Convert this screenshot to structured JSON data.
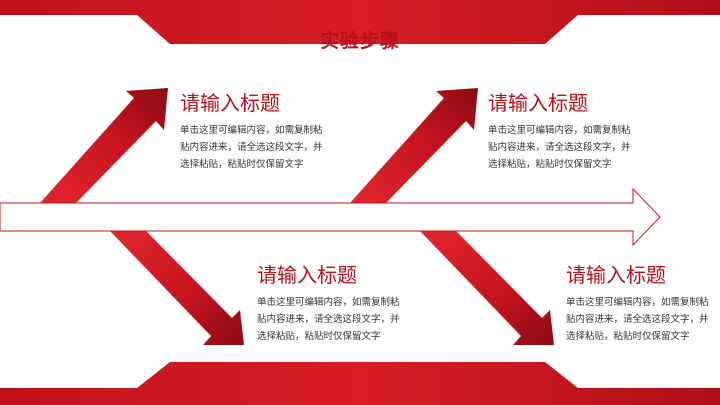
{
  "colors": {
    "accent": "#b5121b",
    "accent_light": "#e3262f",
    "accent_dark": "#7d0a12"
  },
  "slide": {
    "title": "实验步骤",
    "items": [
      {
        "heading": "请输入标题",
        "body": "单击这里可编辑内容，如需复制粘\n贴内容进来，请全选这段文字，并\n选择粘贴，粘贴时仅保留文字"
      },
      {
        "heading": "请输入标题",
        "body": "单击这里可编辑内容，如需复制粘\n贴内容进来，请全选这段文字，并\n选择粘贴，粘贴时仅保留文字"
      },
      {
        "heading": "请输入标题",
        "body": "单击这里可编辑内容，如需复制粘\n贴内容进来，请全选这段文字，并\n选择粘贴，粘贴时仅保留文字"
      },
      {
        "heading": "请输入标题",
        "body": "单击这里可编辑内容，如需复制粘\n贴内容进来，请全选这段文字，并\n选择粘贴，粘贴时仅保留文字"
      }
    ]
  }
}
